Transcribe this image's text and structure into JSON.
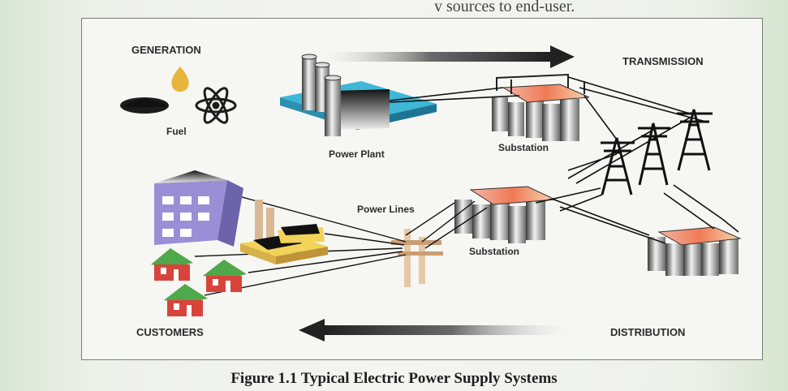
{
  "header_text": "y sources to end-user.",
  "labels": {
    "generation": "GENERATION",
    "transmission": "TRANSMISSION",
    "fuel": "Fuel",
    "power_plant": "Power Plant",
    "substation_top": "Substation",
    "power_lines": "Power Lines",
    "substation_mid": "Substation",
    "customers": "CUSTOMERS",
    "distribution": "DISTRIBUTION"
  },
  "caption": "Figure 1.1 Typical Electric Power Supply Systems",
  "colors": {
    "building_purple": "#9a8fd6",
    "plant_cyan": "#3fb7d6",
    "house_green": "#4fa84a",
    "house_red": "#d8443c",
    "factory_yellow": "#f2d35a",
    "transformer_orange": "#ef8a5a",
    "arrow_dark": "#2a2a2a"
  }
}
